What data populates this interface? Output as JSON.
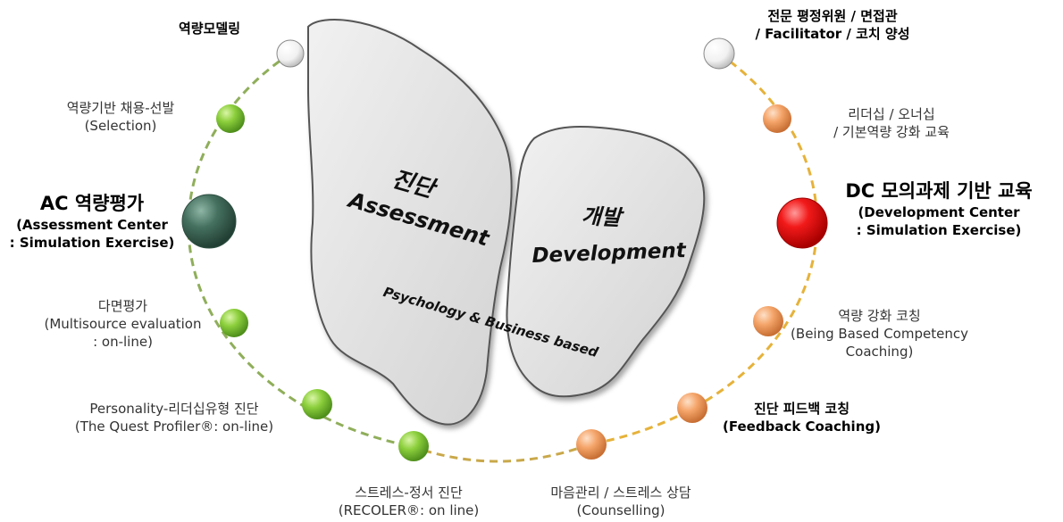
{
  "wings": {
    "left_ko": "진단",
    "left_en": "Assessment",
    "right_ko": "개발",
    "right_en": "Development",
    "center": "Psychology & Business based"
  },
  "nodes": [
    {
      "id": "modeling",
      "color": "white",
      "lines": [
        "역량모델링"
      ],
      "style": "bold"
    },
    {
      "id": "selection",
      "color": "green",
      "lines": [
        "역량기반 채용-선발",
        "(Selection)"
      ],
      "style": "normal"
    },
    {
      "id": "ac",
      "color": "darkgreen",
      "lines": [
        "AC 역량평가",
        "(Assessment Center",
        ": Simulation Exercise)"
      ],
      "style": "big"
    },
    {
      "id": "multisource",
      "color": "green",
      "lines": [
        "다면평가",
        "(Multisource evaluation",
        ": on-line)"
      ],
      "style": "normal"
    },
    {
      "id": "personality",
      "color": "green",
      "lines": [
        "Personality-리더십유형 진단",
        "(The Quest Profiler®: on-line)"
      ],
      "style": "normal"
    },
    {
      "id": "stress",
      "color": "green",
      "lines": [
        "스트레스-정서 진단",
        "(RECOLER®: on line)"
      ],
      "style": "normal"
    },
    {
      "id": "counselling",
      "color": "orange",
      "lines": [
        "마음관리 / 스트레스 상담",
        "(Counselling)"
      ],
      "style": "normal"
    },
    {
      "id": "feedback",
      "color": "orange",
      "lines": [
        "진단 피드백 코칭",
        "(Feedback Coaching)"
      ],
      "style": "bold"
    },
    {
      "id": "coaching",
      "color": "orange",
      "lines": [
        "역량 강화 코칭",
        "(Being Based Competency",
        "Coaching)"
      ],
      "style": "normal"
    },
    {
      "id": "dc",
      "color": "red",
      "lines": [
        "DC 모의과제 기반 교육",
        "(Development Center",
        ": Simulation Exercise)"
      ],
      "style": "big"
    },
    {
      "id": "leadership",
      "color": "orange",
      "lines": [
        "리더십 / 오너십",
        "/ 기본역량 강화 교육"
      ],
      "style": "normal"
    },
    {
      "id": "facilitator",
      "color": "white",
      "lines": [
        "전문 평정위원 / 면접관",
        "/ Facilitator / 코치 양성"
      ],
      "style": "bold"
    }
  ],
  "colors": {
    "ring_left": "#8fae5a",
    "ring_right": "#e6b23a",
    "wing_fill": "#e2e2e2",
    "green": "#7cc23a",
    "darkgreen": "#3f6e5a",
    "orange": "#f4a76a",
    "red": "#ee1111",
    "white": "#f4f4f4"
  }
}
